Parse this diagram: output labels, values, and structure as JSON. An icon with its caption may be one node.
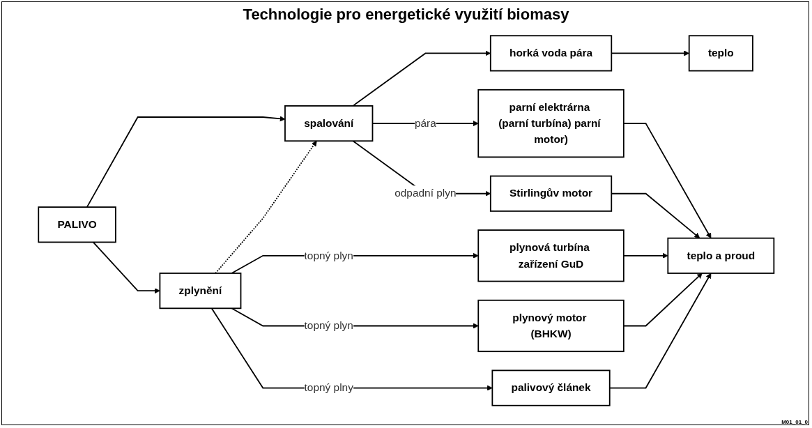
{
  "diagram": {
    "title": "Technologie pro energetické využití biomasy",
    "nodes": [
      {
        "text": [
          "PALIVO"
        ]
      },
      {
        "text": [
          "spalování"
        ]
      },
      {
        "text": [
          "zplynění"
        ]
      },
      {
        "text": [
          "horká voda pára"
        ]
      },
      {
        "text": [
          "parní elektrárna (parní turbína) parní motor)"
        ]
      },
      {
        "text": [
          "Stirlingův motor"
        ]
      },
      {
        "text": [
          "plynová turbína zařízení GuD"
        ]
      },
      {
        "text": [
          "plynový motor (BHKW)"
        ]
      },
      {
        "text": [
          "palivový článek"
        ]
      },
      {
        "text": [
          "teplo"
        ]
      },
      {
        "text": [
          "teplo a proud"
        ]
      }
    ],
    "edges": [
      {
        "from": 0,
        "to": 1,
        "arrow": "to"
      },
      {
        "from": 0,
        "to": 2,
        "arrow": "to"
      },
      {
        "from": 2,
        "to": 1,
        "arrow": "to",
        "style": "dashed"
      },
      {
        "from": 1,
        "to": 3,
        "arrow": "to"
      },
      {
        "from": 1,
        "to": 4,
        "arrow": "to",
        "label": "pára"
      },
      {
        "from": 1,
        "to": 5,
        "arrow": "to",
        "label": "odpadní plyn"
      },
      {
        "from": 2,
        "to": 6,
        "arrow": "to",
        "label": "topný plyn"
      },
      {
        "from": 2,
        "to": 7,
        "arrow": "to",
        "label": "topný plyn"
      },
      {
        "from": 2,
        "to": 8,
        "arrow": "to",
        "label": "topný plny"
      },
      {
        "from": 3,
        "to": 9,
        "arrow": "to"
      },
      {
        "from": 4,
        "to": 10,
        "arrow": "to"
      },
      {
        "from": 5,
        "to": 10,
        "arrow": "to"
      },
      {
        "from": 6,
        "to": 10,
        "arrow": "to"
      },
      {
        "from": 7,
        "to": 10,
        "arrow": "to"
      },
      {
        "from": 8,
        "to": 10,
        "arrow": "to"
      }
    ],
    "labels": [
      "M01_01_0"
    ]
  }
}
